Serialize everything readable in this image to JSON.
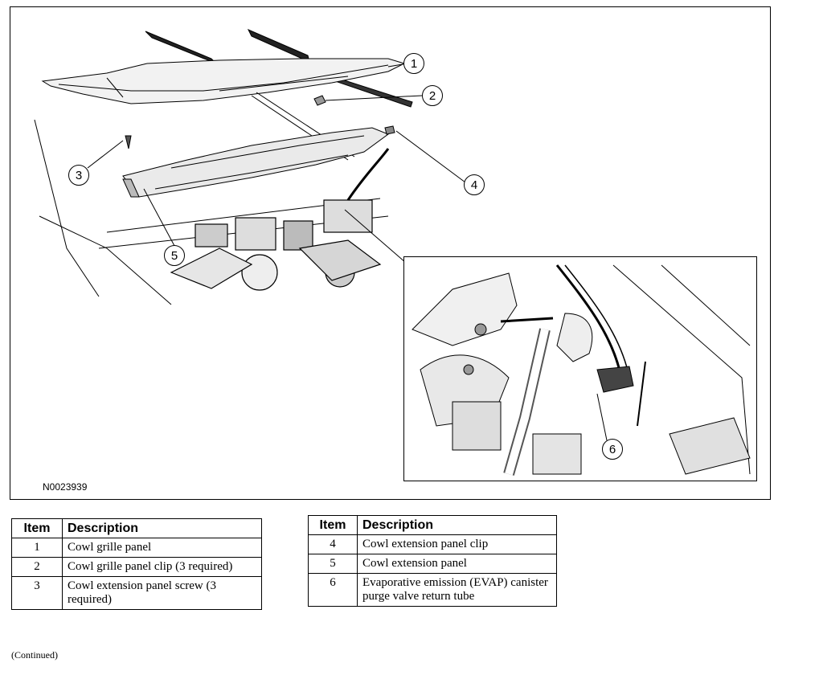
{
  "figure": {
    "id": "N0023939",
    "callouts": [
      "1",
      "2",
      "3",
      "4",
      "5",
      "6"
    ]
  },
  "table_headers": {
    "item": "Item",
    "description": "Description"
  },
  "legend_left": [
    {
      "item": "1",
      "description": "Cowl grille panel"
    },
    {
      "item": "2",
      "description": "Cowl grille panel clip (3 required)"
    },
    {
      "item": "3",
      "description": "Cowl extension panel screw (3 required)"
    }
  ],
  "legend_right": [
    {
      "item": "4",
      "description": "Cowl extension panel clip"
    },
    {
      "item": "5",
      "description": "Cowl extension panel"
    },
    {
      "item": "6",
      "description": "Evaporative emission (EVAP) canister purge valve return tube"
    }
  ],
  "continued": "(Continued)"
}
